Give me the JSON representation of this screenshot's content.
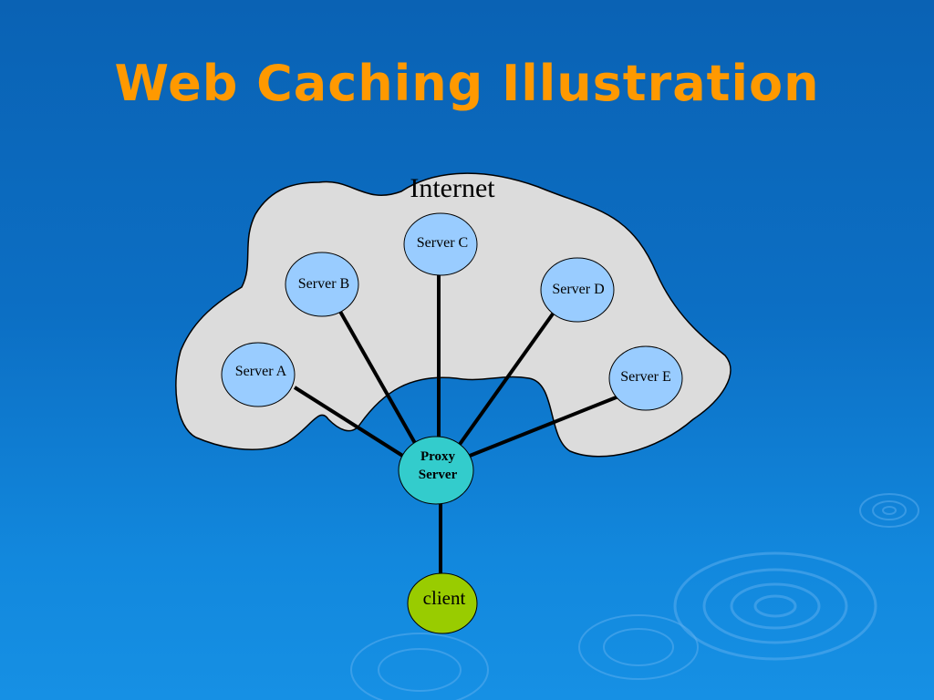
{
  "title": "Web Caching Illustration",
  "diagram": {
    "cloud_label": "Internet",
    "servers": [
      "Server A",
      "Server B",
      "Server C",
      "Server D",
      "Server E"
    ],
    "proxy": {
      "line1": "Proxy",
      "line2": "Server"
    },
    "client": "client"
  },
  "colors": {
    "title": "#ff9900",
    "cloud": "#dcdcdc",
    "server_node": "#99ccff",
    "proxy_node": "#33cccc",
    "client_node": "#99cc00",
    "link": "#000000"
  }
}
